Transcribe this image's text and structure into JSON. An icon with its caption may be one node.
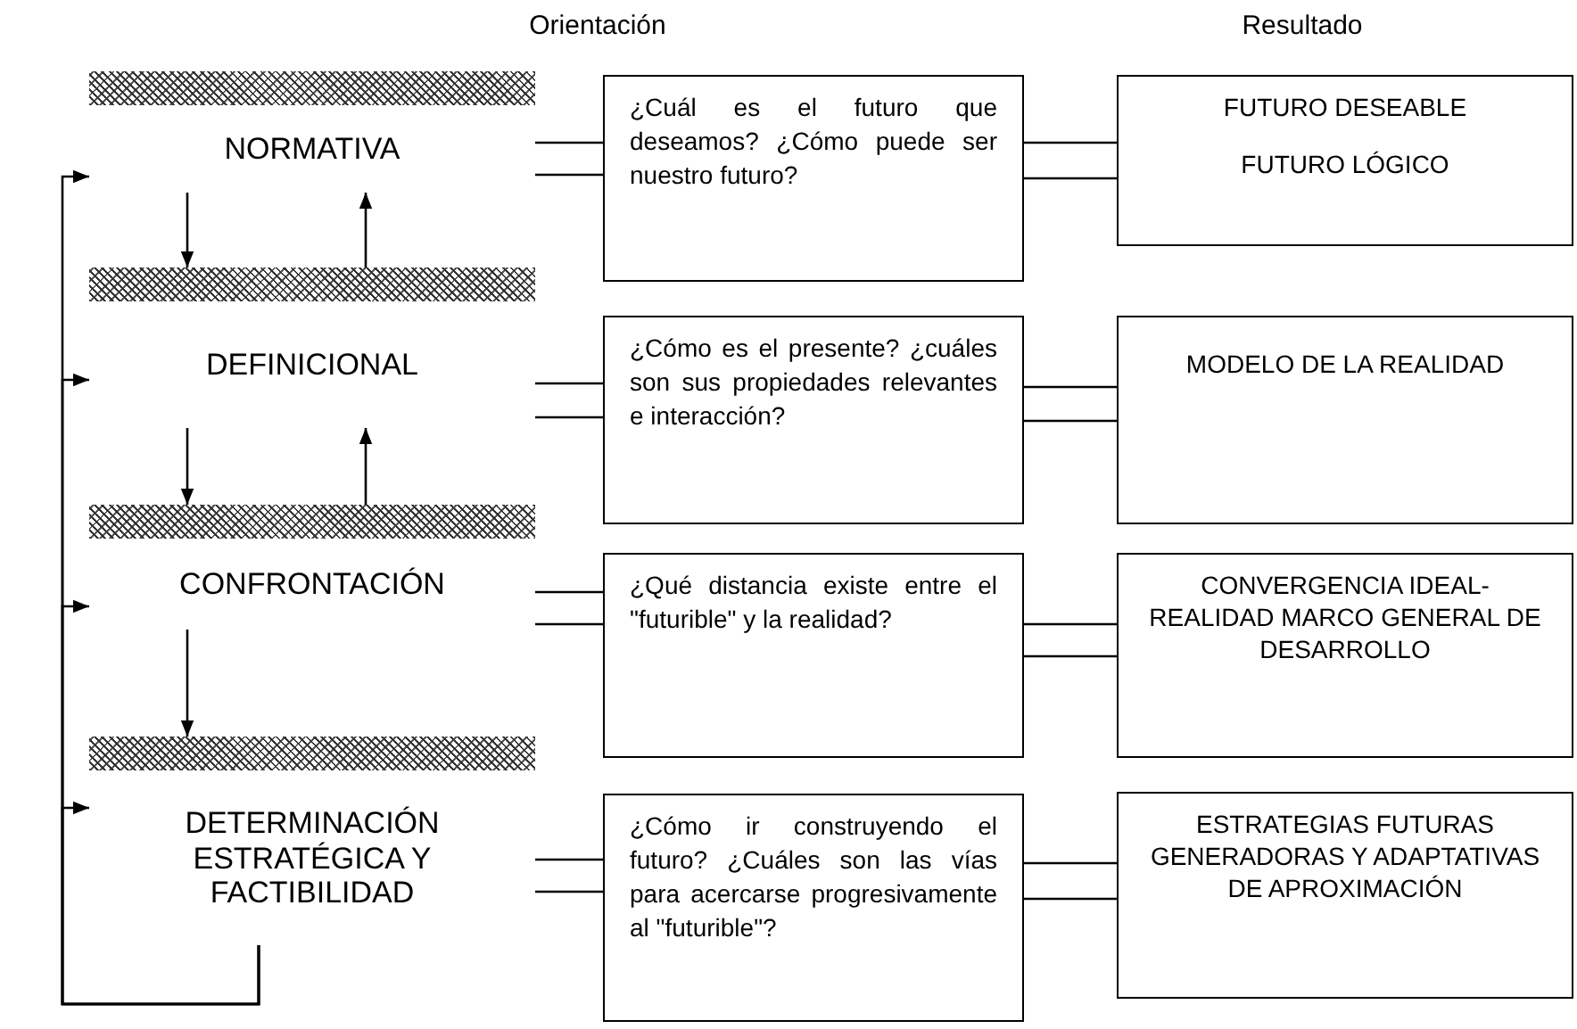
{
  "diagram": {
    "nodes": [
      {
        "text": [
          "NORMATIVA"
        ]
      },
      {
        "text": [
          "¿Cuál es el futuro que deseamos? ¿Cómo puede ser nuestro futuro?"
        ]
      },
      {
        "text": [
          "FUTURO DESEABLE",
          "FUTURO LÓGICO"
        ]
      },
      {
        "text": [
          "DEFINICIONAL"
        ]
      },
      {
        "text": [
          "¿Cómo es el presente? ¿cuáles son sus propiedades relevantes e interacción?"
        ]
      },
      {
        "text": [
          "MODELO DE LA REALIDAD"
        ]
      },
      {
        "text": [
          "CONFRONTACIÓN"
        ]
      },
      {
        "text": [
          "¿Qué distancia existe entre el \"futurible\" y la realidad?"
        ]
      },
      {
        "text": [
          "CONVERGENCIA IDEAL-REALIDAD MARCO GENERAL DE DESARROLLO"
        ]
      },
      {
        "text": [
          "DETERMINACIÓN ESTRATÉGICA Y FACTIBILIDAD"
        ]
      },
      {
        "text": [
          "¿Cómo ir construyendo el futuro? ¿Cuáles son las vías para acercarse progresivamente al \"futurible\"?"
        ]
      },
      {
        "text": [
          "ESTRATEGIAS FUTURAS GENERADORAS Y ADAPTATIVAS DE APROXIMACIÓN"
        ]
      }
    ],
    "edges": [
      {
        "from": 0,
        "to": 1,
        "arrow": "none"
      },
      {
        "from": 0,
        "to": 1,
        "arrow": "none"
      },
      {
        "from": 1,
        "to": 2,
        "arrow": "none"
      },
      {
        "from": 1,
        "to": 2,
        "arrow": "none"
      },
      {
        "from": 3,
        "to": 4,
        "arrow": "none"
      },
      {
        "from": 3,
        "to": 4,
        "arrow": "none"
      },
      {
        "from": 4,
        "to": 5,
        "arrow": "none"
      },
      {
        "from": 4,
        "to": 5,
        "arrow": "none"
      },
      {
        "from": 6,
        "to": 7,
        "arrow": "none"
      },
      {
        "from": 6,
        "to": 7,
        "arrow": "none"
      },
      {
        "from": 7,
        "to": 8,
        "arrow": "none"
      },
      {
        "from": 7,
        "to": 8,
        "arrow": "none"
      },
      {
        "from": 9,
        "to": 10,
        "arrow": "none"
      },
      {
        "from": 9,
        "to": 10,
        "arrow": "none"
      },
      {
        "from": 10,
        "to": 11,
        "arrow": "none"
      },
      {
        "from": 10,
        "to": 11,
        "arrow": "none"
      },
      {
        "from": 0,
        "to": 3,
        "arrow": "to"
      },
      {
        "from": 3,
        "to": 0,
        "arrow": "to"
      },
      {
        "from": 3,
        "to": 6,
        "arrow": "to"
      },
      {
        "from": 6,
        "to": 3,
        "arrow": "to"
      },
      {
        "from": 6,
        "to": 9,
        "arrow": "to"
      },
      {
        "from": 9,
        "to": 0,
        "arrow": "to"
      },
      {
        "from": 9,
        "to": 3,
        "arrow": "to"
      },
      {
        "from": 9,
        "to": 6,
        "arrow": "to"
      },
      {
        "from": 9,
        "to": 9,
        "arrow": "to"
      }
    ],
    "labels": [
      "Orientación",
      "Resultado"
    ]
  }
}
